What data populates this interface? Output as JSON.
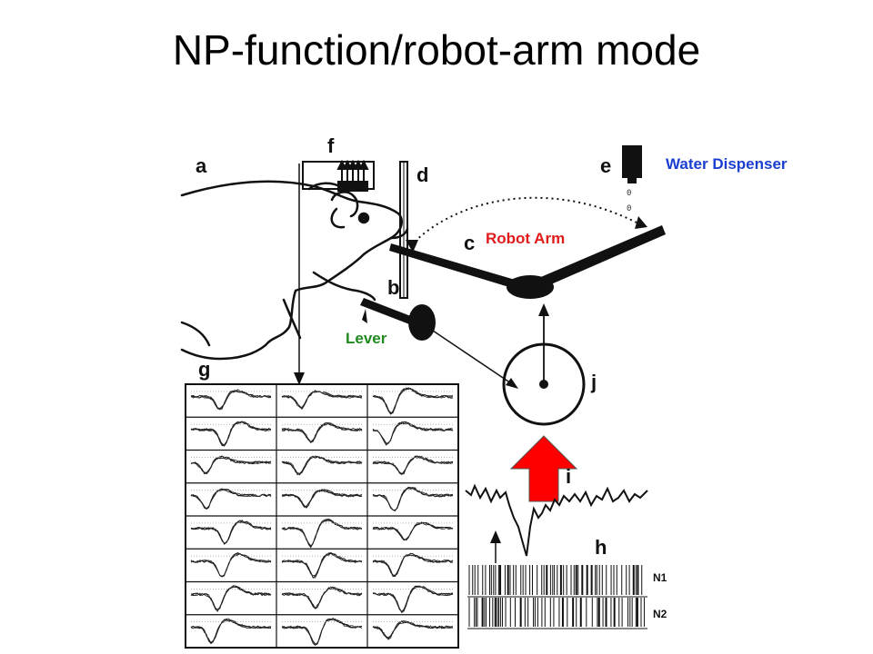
{
  "slide": {
    "title": "NP-function/robot-arm mode"
  },
  "callouts": {
    "water_dispenser": "Water Dispenser",
    "robot_arm": "Robot Arm",
    "lever": "Lever"
  },
  "colors": {
    "water_dispenser": "#1a3fd0",
    "robot_arm": "#e01b1b",
    "lever": "#1f8a1f",
    "feedback_arrow": "#ff0000"
  },
  "panels": {
    "a": "a",
    "b": "b",
    "c": "c",
    "d": "d",
    "e": "e",
    "f": "f",
    "g": "g",
    "h": "h",
    "i": "i",
    "j": "j"
  },
  "spike_trains": {
    "n1": "N1",
    "n2": "N2"
  }
}
